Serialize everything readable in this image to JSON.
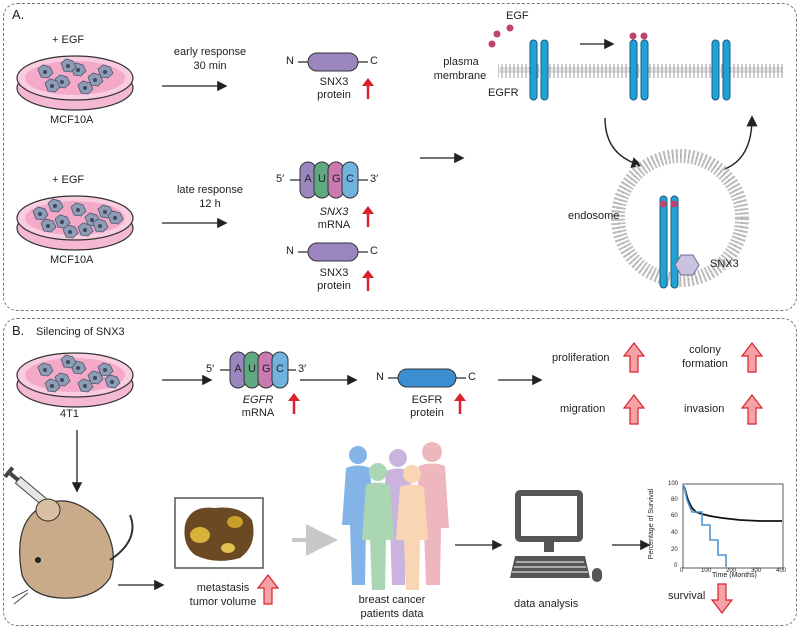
{
  "panel_a": {
    "label": "A.",
    "dish1": {
      "treatment": "+ EGF",
      "cell_line": "MCF10A"
    },
    "dish2": {
      "treatment": "+ EGF",
      "cell_line": "MCF10A"
    },
    "early": {
      "line1": "early response",
      "line2": "30 min"
    },
    "late": {
      "line1": "late response",
      "line2": "12 h"
    },
    "protein": {
      "n": "N",
      "c": "C",
      "name": "SNX3",
      "sub": "protein"
    },
    "mrna": {
      "five": "5′",
      "three": "3′",
      "bases": [
        "A",
        "U",
        "G",
        "C"
      ],
      "name": "SNX3",
      "sub": "mRNA"
    },
    "membrane": {
      "egf": "EGF",
      "egfr": "EGFR",
      "plasma1": "plasma",
      "plasma2": "membrane",
      "endosome": "endosome",
      "snx3": "SNX3"
    }
  },
  "panel_b": {
    "label": "B.",
    "title": "Silencing of SNX3",
    "cell_line": "4T1",
    "mrna": {
      "five": "5′",
      "three": "3′",
      "bases": [
        "A",
        "U",
        "G",
        "C"
      ],
      "name": "EGFR",
      "sub": "mRNA"
    },
    "protein": {
      "n": "N",
      "c": "C",
      "name": "EGFR",
      "sub": "protein"
    },
    "outcomes": {
      "proliferation": "proliferation",
      "migration": "migration",
      "colony1": "colony",
      "colony2": "formation",
      "invasion": "invasion"
    },
    "metastasis": {
      "line1": "metastasis",
      "line2": "tumor volume"
    },
    "patients": {
      "line1": "breast cancer",
      "line2": "patients data"
    },
    "analysis": "data analysis",
    "survival_label": "survival",
    "km_chart": {
      "ylabel": "Percentage of Survival",
      "xlabel": "Time (Months)",
      "xticks": [
        "0",
        "100",
        "200",
        "300",
        "400"
      ],
      "yticks": [
        "0",
        "20",
        "40",
        "60",
        "80",
        "100"
      ]
    }
  },
  "colors": {
    "snx3": "#9b86c0",
    "egfr": "#3b8fd0",
    "base_a": "#9b86c0",
    "base_u": "#5fa882",
    "base_g": "#c97ab0",
    "base_c": "#6fb3de",
    "up_arrow": "#d9232a",
    "dish": "#f5b8d2",
    "mouse": "#c9ab8a"
  }
}
